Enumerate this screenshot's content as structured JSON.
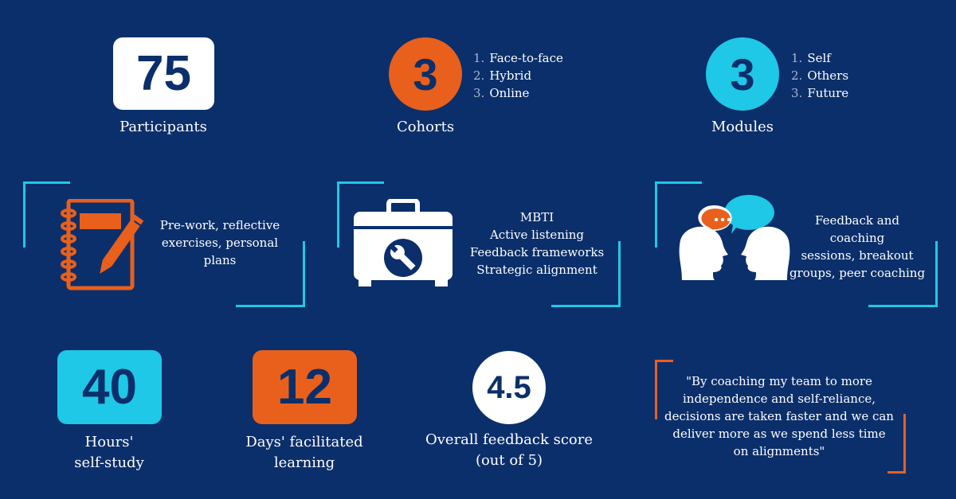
{
  "colors": {
    "background": "#0b2f6b",
    "orange": "#e8601c",
    "cyan": "#1ec8e6",
    "white": "#ffffff"
  },
  "stats_top": {
    "participants": {
      "value": "75",
      "label": "Participants"
    },
    "cohorts": {
      "value": "3",
      "label": "Cohorts",
      "items": [
        "Face-to-face",
        "Hybrid",
        "Online"
      ]
    },
    "modules": {
      "value": "3",
      "label": "Modules",
      "items": [
        "Self",
        "Others",
        "Future"
      ]
    }
  },
  "features": {
    "notebook": {
      "icon": "notebook-pencil-icon",
      "lines": [
        "Pre-work, reflective",
        "exercises, personal",
        "plans"
      ]
    },
    "toolbox": {
      "icon": "toolbox-wrench-icon",
      "lines": [
        "MBTI",
        "Active listening",
        "Feedback frameworks",
        "Strategic alignment"
      ]
    },
    "coaching": {
      "icon": "two-heads-speech-icon",
      "lines": [
        "Feedback and coaching",
        "sessions, breakout",
        "groups, peer coaching"
      ]
    }
  },
  "stats_bottom": {
    "hours": {
      "value": "40",
      "label_lines": [
        "Hours'",
        "self-study"
      ]
    },
    "days": {
      "value": "12",
      "label_lines": [
        "Days' facilitated",
        "learning"
      ]
    },
    "score": {
      "value": "4.5",
      "label_lines": [
        "Overall feedback score",
        "(out of 5)"
      ]
    }
  },
  "quote": {
    "lines": [
      "\"By coaching my team to more",
      "independence and self-reliance,",
      "decisions are taken faster and we can",
      "deliver more as we spend less time",
      "on alignments\""
    ]
  }
}
